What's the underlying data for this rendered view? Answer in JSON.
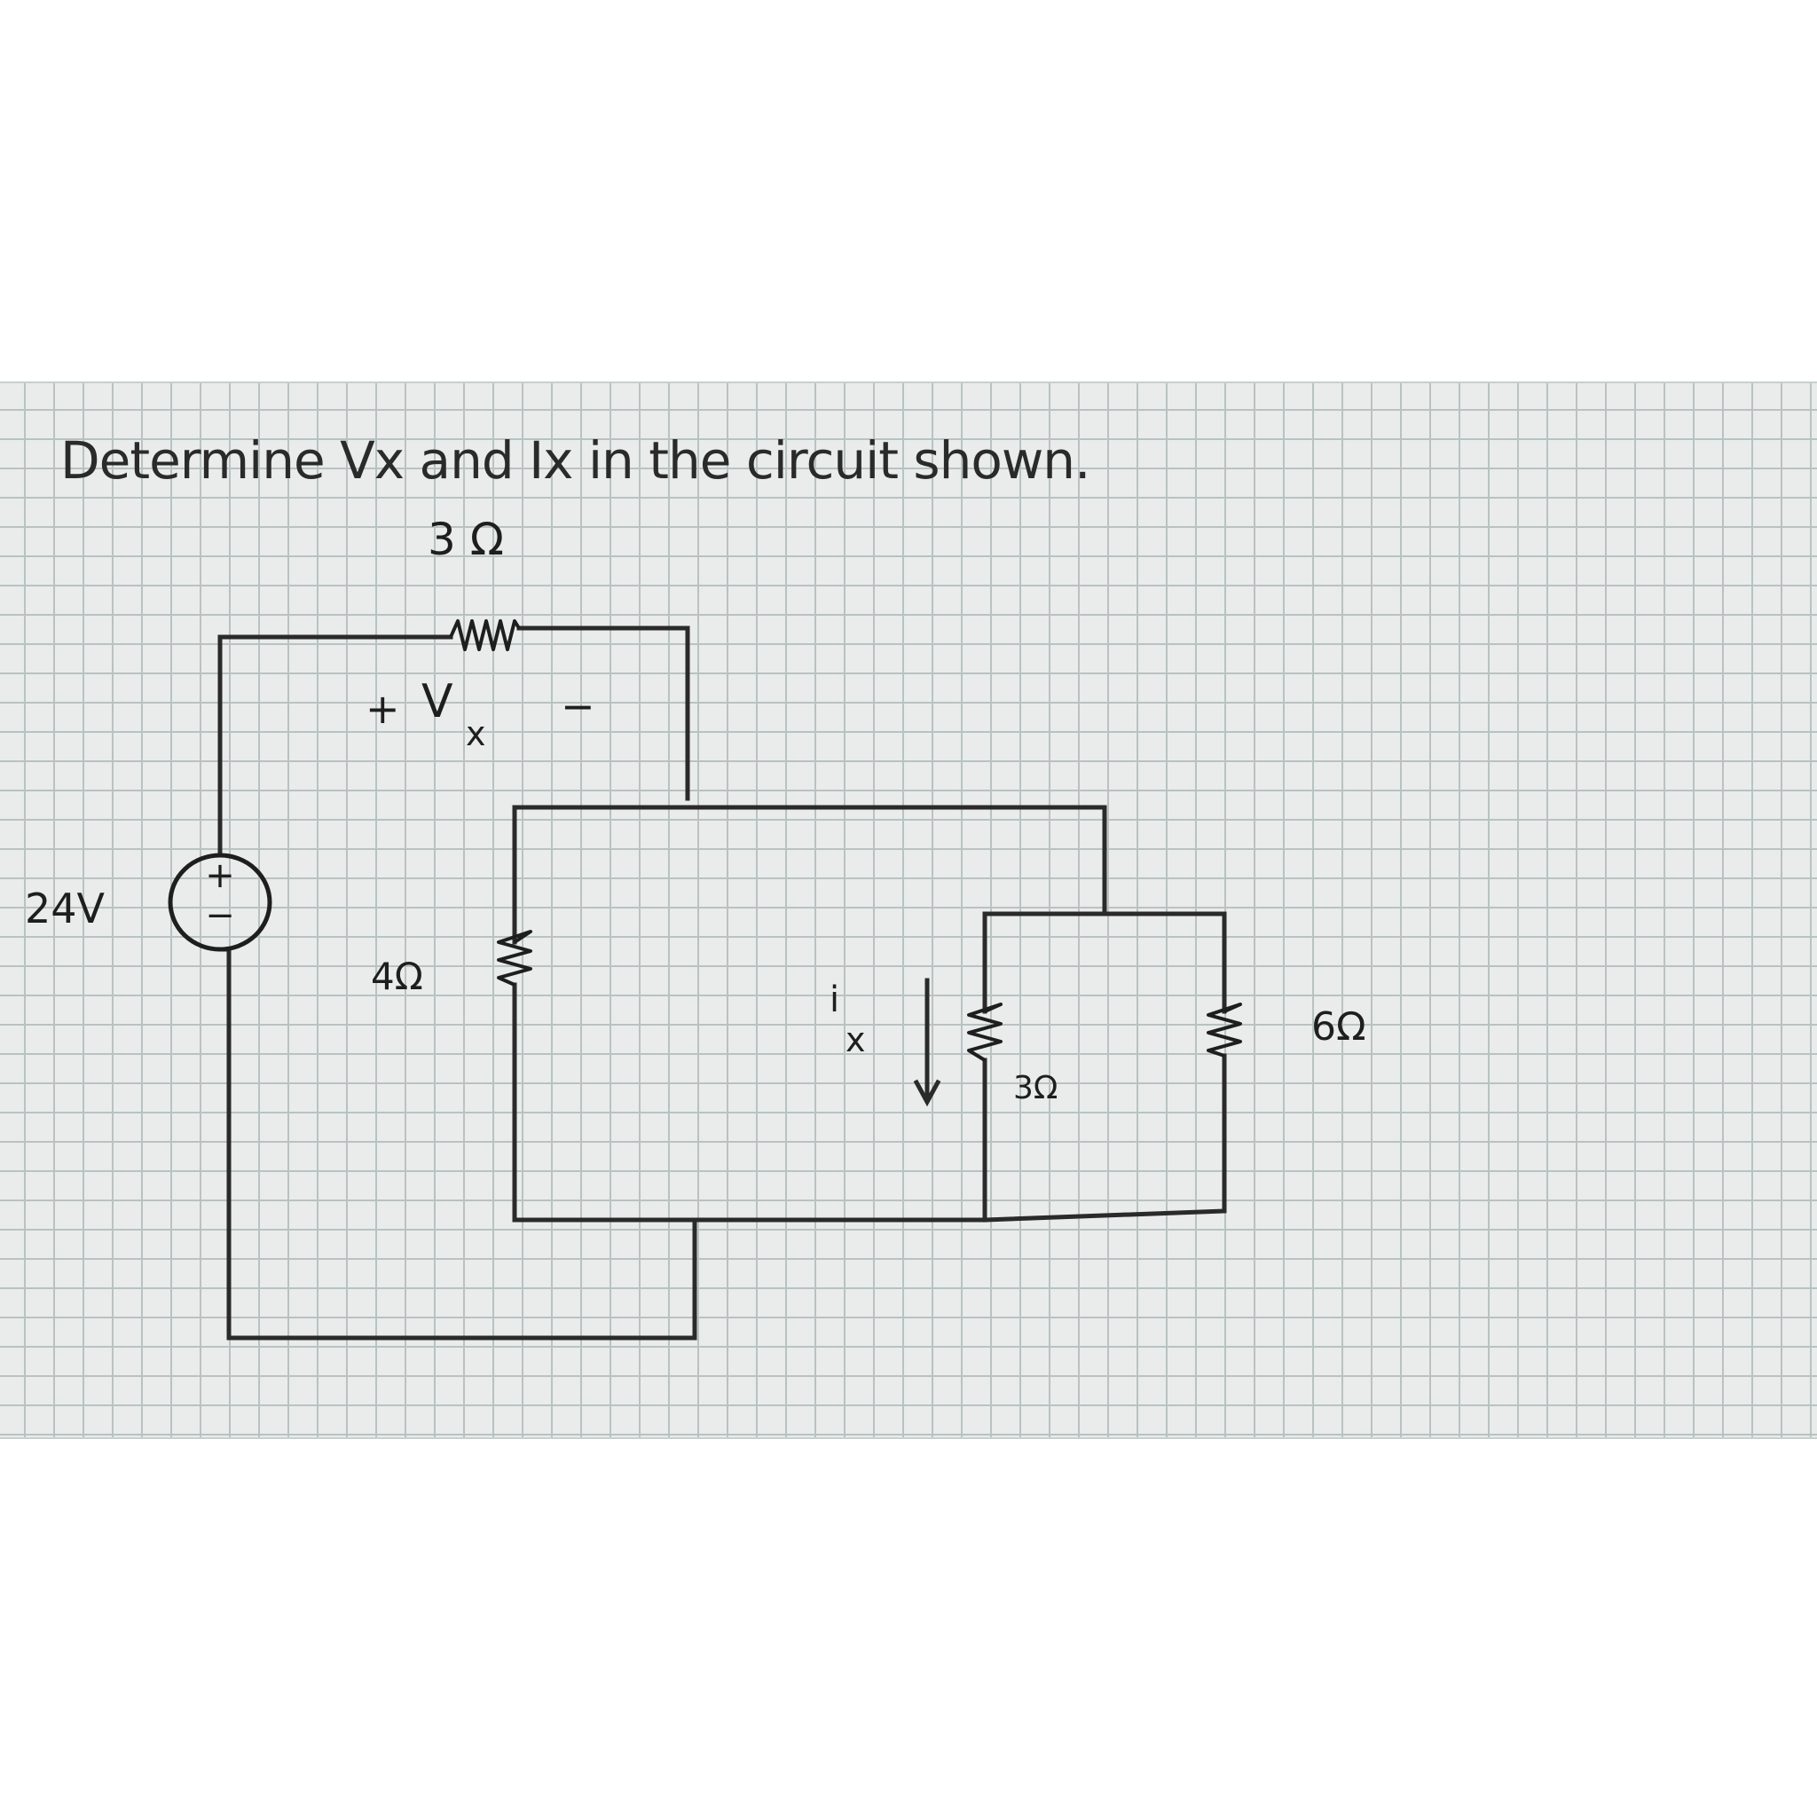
{
  "question": "Determine Vx and Ix in the circuit shown.",
  "source": {
    "voltage_label": "24V",
    "plus": "+",
    "minus": "−"
  },
  "resistors": {
    "series_top": "3 Ω",
    "middle_vertical": "4Ω",
    "parallel_left": "3Ω",
    "parallel_right": "6Ω"
  },
  "vx_label": {
    "plus": "+",
    "name": "V",
    "sub": "x",
    "minus": "−"
  },
  "ix_label": {
    "name": "i",
    "sub": "x"
  }
}
